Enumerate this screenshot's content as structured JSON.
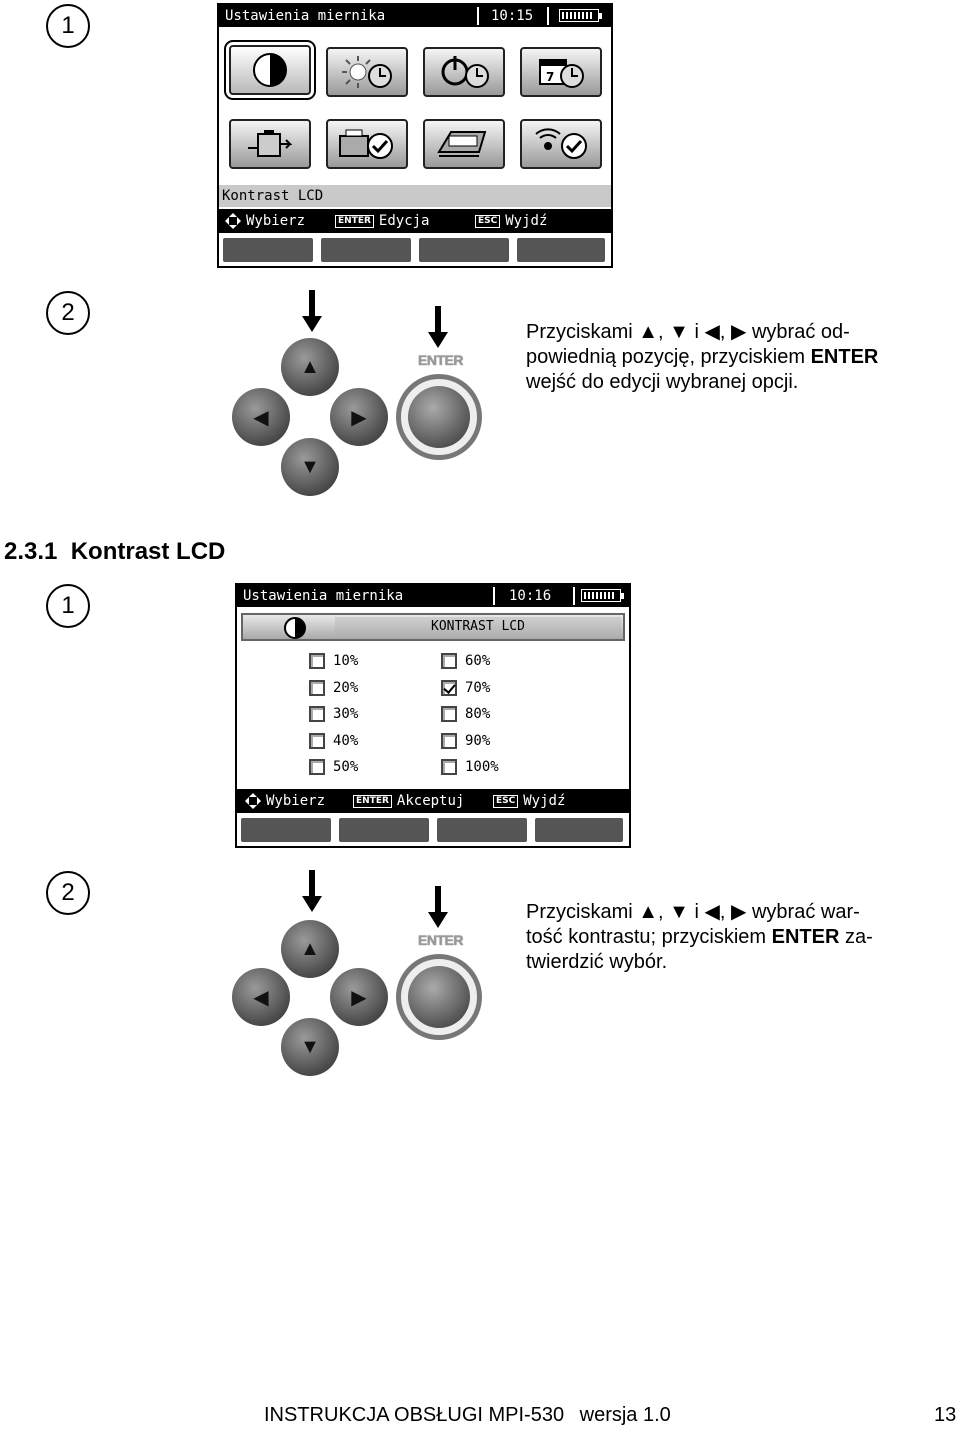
{
  "step1": {
    "number": "1"
  },
  "screen1": {
    "title": "Ustawienia miernika",
    "time": "10:15",
    "status": "Kontrast LCD",
    "icons": [
      "contrast-icon",
      "backlight-timer-icon",
      "auto-off-timer-icon",
      "date-time-icon",
      "battery-pump-icon",
      "settings-check-icon",
      "printer-icon",
      "wireless-check-icon"
    ],
    "hints": {
      "select": "Wybierz",
      "enter_tag": "ENTER",
      "enter": "Edycja",
      "esc_tag": "ESC",
      "esc": "Wyjdź"
    }
  },
  "step2": {
    "number": "2",
    "enter_label": "ENTER",
    "text_a": "Przyciskami",
    "text_b": ", ",
    "text_c": " i ",
    "text_d": ", ",
    "text_e": " wybrać od-",
    "line2a": "powiednią pozycję, przyciskiem ",
    "line2b": "ENTER",
    "line3": "wejść do edycji wybranej opcji."
  },
  "section": {
    "title": "2.3.1  Kontrast LCD"
  },
  "step3": {
    "number": "1"
  },
  "screen2": {
    "title": "Ustawienia miernika",
    "time": "10:16",
    "header": "KONTRAST LCD",
    "options": [
      {
        "label": "10%",
        "checked": false
      },
      {
        "label": "20%",
        "checked": false
      },
      {
        "label": "30%",
        "checked": false
      },
      {
        "label": "40%",
        "checked": false
      },
      {
        "label": "50%",
        "checked": false
      },
      {
        "label": "60%",
        "checked": false
      },
      {
        "label": "70%",
        "checked": true
      },
      {
        "label": "80%",
        "checked": false
      },
      {
        "label": "90%",
        "checked": false
      },
      {
        "label": "100%",
        "checked": false
      }
    ],
    "hints": {
      "select": "Wybierz",
      "enter_tag": "ENTER",
      "enter": "Akceptuj",
      "esc_tag": "ESC",
      "esc": "Wyjdź"
    }
  },
  "step4": {
    "number": "2",
    "enter_label": "ENTER",
    "text_a": "Przyciskami",
    "text_b": ", ",
    "text_c": " i ",
    "text_d": ", ",
    "text_e": " wybrać war-",
    "line2a": "tość kontrastu; przyciskiem ",
    "line2b": "ENTER",
    "line2c": " za-",
    "line3": "twierdzić wybór."
  },
  "footer": {
    "manual": "INSTRUKCJA OBSŁUGI MPI-530",
    "version": "wersja 1.0",
    "page": "13"
  }
}
